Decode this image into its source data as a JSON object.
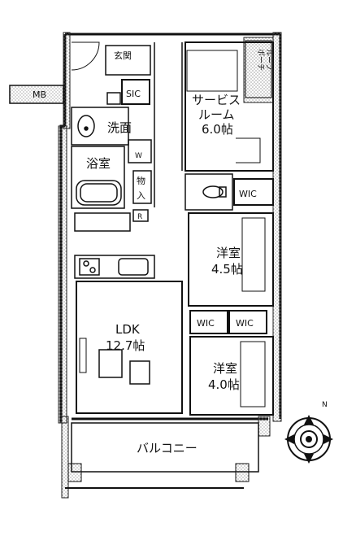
{
  "rooms": {
    "entrance": "玄関",
    "sic": "SIC",
    "service_room_line1": "サービス",
    "service_room_line2": "ルーム",
    "service_room_size": "6.0帖",
    "washroom": "洗面",
    "laundry": "W",
    "bathroom": "浴室",
    "storage_line1": "物",
    "storage_line2": "入",
    "wic_top": "WIC",
    "fridge": "R",
    "western_room_1": "洋室",
    "western_room_1_size": "4.5帖",
    "wic_left": "WIC",
    "wic_right": "WIC",
    "ldk": "LDK",
    "ldk_size": "12.7帖",
    "western_room_2": "洋室",
    "western_room_2_size": "4.0帖",
    "balcony": "バルコニー",
    "meter_box": "MB",
    "porch": "ポーチ",
    "porch_suffix": "ルーフ"
  },
  "compass": {
    "north_mark": "N"
  }
}
